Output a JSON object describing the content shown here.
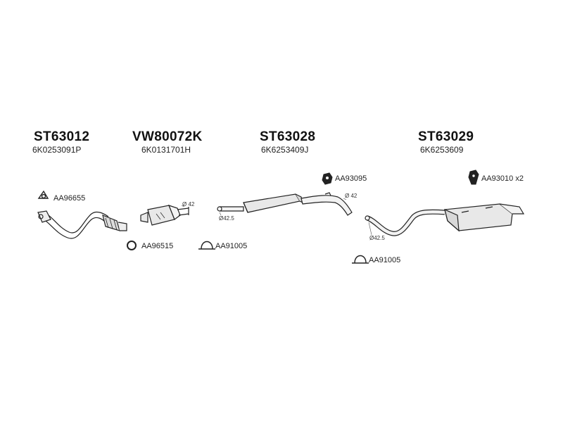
{
  "parts": [
    {
      "id": "front-pipe",
      "part_no": "ST63012",
      "oem_no": "6K0253091P"
    },
    {
      "id": "catalyst",
      "part_no": "VW80072K",
      "oem_no": "6K0131701H"
    },
    {
      "id": "middle-silencer",
      "part_no": "ST63028",
      "oem_no": "6K6253409J"
    },
    {
      "id": "rear-silencer",
      "part_no": "ST63029",
      "oem_no": "6K6253609"
    }
  ],
  "accessories": {
    "gasket_front": "AA96655",
    "ring_gasket": "AA96515",
    "clamp_1": "AA91005",
    "mount_middle": "AA93095",
    "clamp_2": "AA91005",
    "mount_rear": "AA93010 x2"
  },
  "dimensions": {
    "cat_outlet": "Ø 42",
    "mid_inlet": "Ø42.5",
    "mid_outlet": "Ø 42",
    "rear_inlet": "Ø42.5"
  }
}
